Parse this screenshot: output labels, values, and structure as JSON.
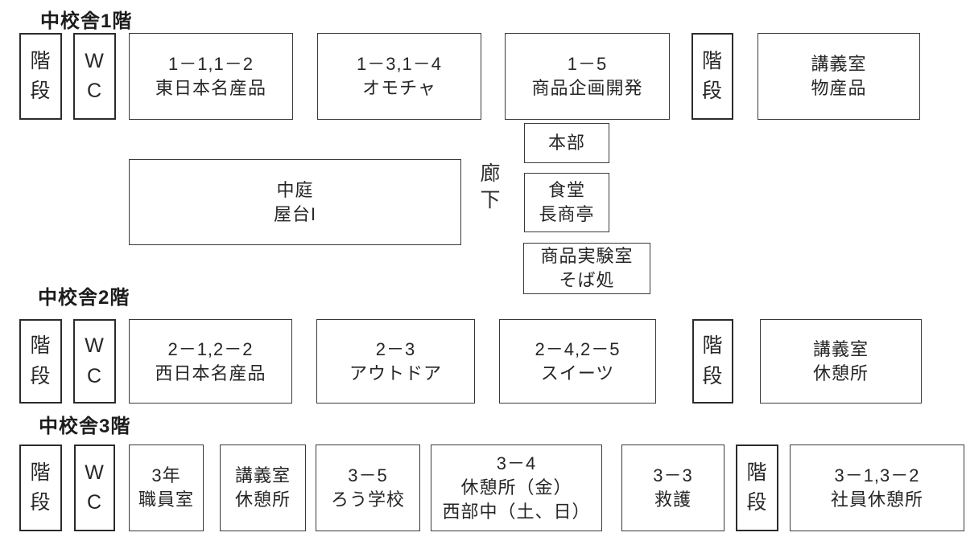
{
  "colors": {
    "background": "#ffffff",
    "border": "#3a3a3a",
    "text": "#262626"
  },
  "floor1": {
    "title": "中校舎1階",
    "stairs_left": "階\n段",
    "wc": "W\nC",
    "room_1_1_1_2": "1－1,1－2\n東日本名産品",
    "room_1_3_1_4": "1－3,1－4\nオモチャ",
    "room_1_5": "1－5\n商品企画開発",
    "stairs_right": "階\n段",
    "lecture_room": "講義室\n物産品"
  },
  "center": {
    "courtyard": "中庭\n屋台I",
    "corridor": "廊\n下",
    "headquarters": "本部",
    "cafeteria": "食堂\n長商亭",
    "lab": "商品実験室\nそば処"
  },
  "floor2": {
    "title": "中校舎2階",
    "stairs_left": "階\n段",
    "wc": "W\nC",
    "room_2_1_2_2": "2－1,2－2\n西日本名産品",
    "room_2_3": "2－3\nアウトドア",
    "room_2_4_2_5": "2－4,2－5\nスイーツ",
    "stairs_right": "階\n段",
    "lecture_room": "講義室\n休憩所"
  },
  "floor3": {
    "title": "中校舎3階",
    "stairs_left": "階\n段",
    "wc": "W\nC",
    "teachers_room": "3年\n職員室",
    "lecture_room": "講義室\n休憩所",
    "room_3_5": "3－5\nろう学校",
    "room_3_4": "3－4\n休憩所（金）\n西部中（土、日）",
    "room_3_3": "3－3\n救護",
    "stairs_right": "階\n段",
    "room_3_1_3_2": "3－1,3－2\n社員休憩所"
  }
}
